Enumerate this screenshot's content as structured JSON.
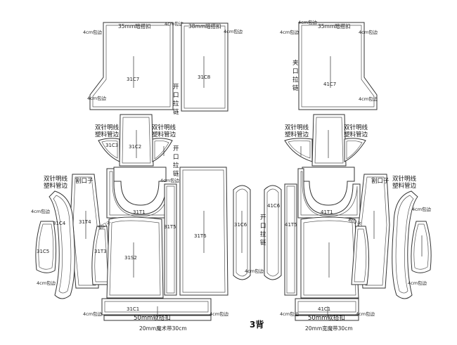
{
  "sheet_title": "3背",
  "pieces": {
    "c7_left": "31C7",
    "c8": "31C8",
    "c2": "31C2",
    "c3": "31C3",
    "t1_left": "31T1",
    "t4": "31T4",
    "c4": "31C4",
    "c5": "31C5",
    "t3": "31T3",
    "s2": "31S2",
    "t5_left": "31T5",
    "t6": "31T6",
    "c6_left": "31C6",
    "c1_left": "31C1",
    "c7_right": "41C7",
    "c6_right": "41C6",
    "t5_right": "41T5",
    "t1_right": "41T1",
    "c1_right": "41C1"
  },
  "labels": {
    "buckle_35mm": "35mm暗搭扣",
    "buckle_38mm": "38mm暗搭扣",
    "edge_4cm": "4cm包边",
    "zip_open": "开口拉链",
    "zip_clip": "夹口拉链",
    "double_needle_line1": "双针明线",
    "double_needle_line2": "塑料管边",
    "cut_opening": "割口子",
    "stitch_mark": "割口子",
    "soft_buckle": "50mm软搭扣",
    "belt_left": "20mm魔术带30cm",
    "belt_right": "20mm宽魔带30cm"
  }
}
